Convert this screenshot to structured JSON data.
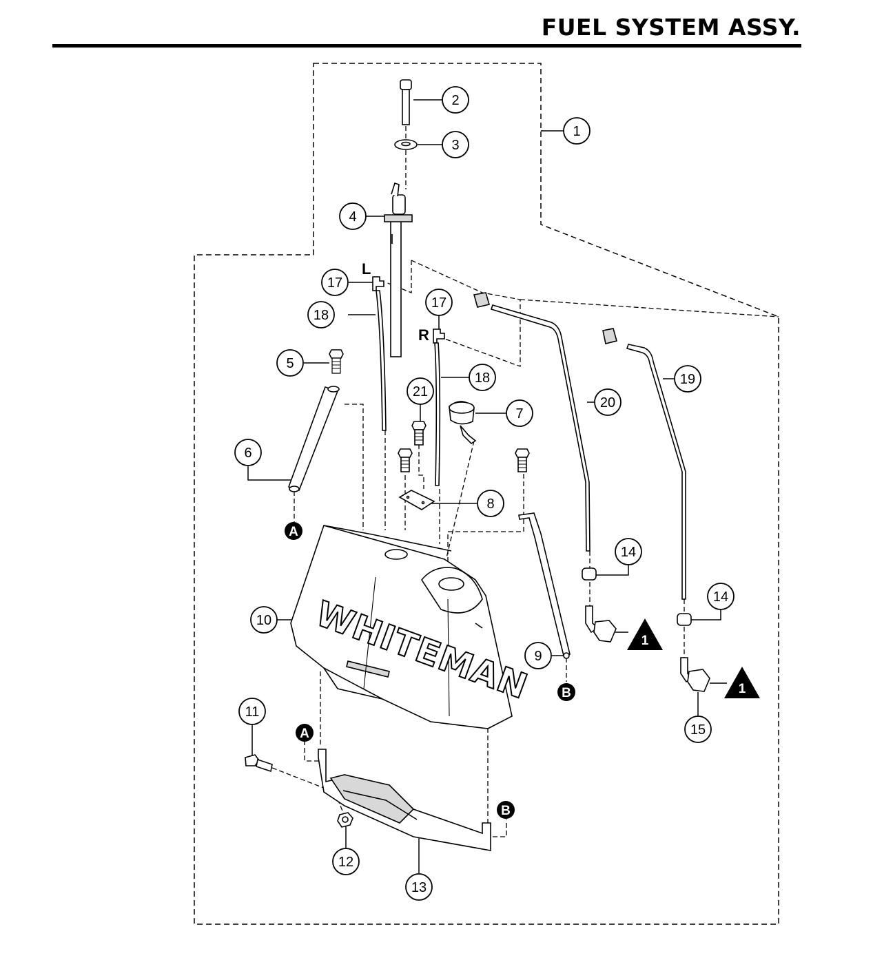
{
  "title": "FUEL SYSTEM ASSY.",
  "brand": "WHITEMAN",
  "colors": {
    "ink": "#000000",
    "paper": "#ffffff",
    "part_fill": "#ffffff",
    "part_shade": "#d8d8d8"
  },
  "callouts": [
    "1",
    "2",
    "3",
    "4",
    "17",
    "18",
    "17",
    "18",
    "5",
    "21",
    "7",
    "20",
    "19",
    "6",
    "8",
    "14",
    "14",
    "10",
    "9",
    "11",
    "12",
    "13",
    "15"
  ],
  "side_markers": {
    "left": "L",
    "right": "R"
  },
  "connection_markers": [
    "A",
    "A",
    "B",
    "B"
  ],
  "note_flags": [
    "1",
    "1"
  ]
}
